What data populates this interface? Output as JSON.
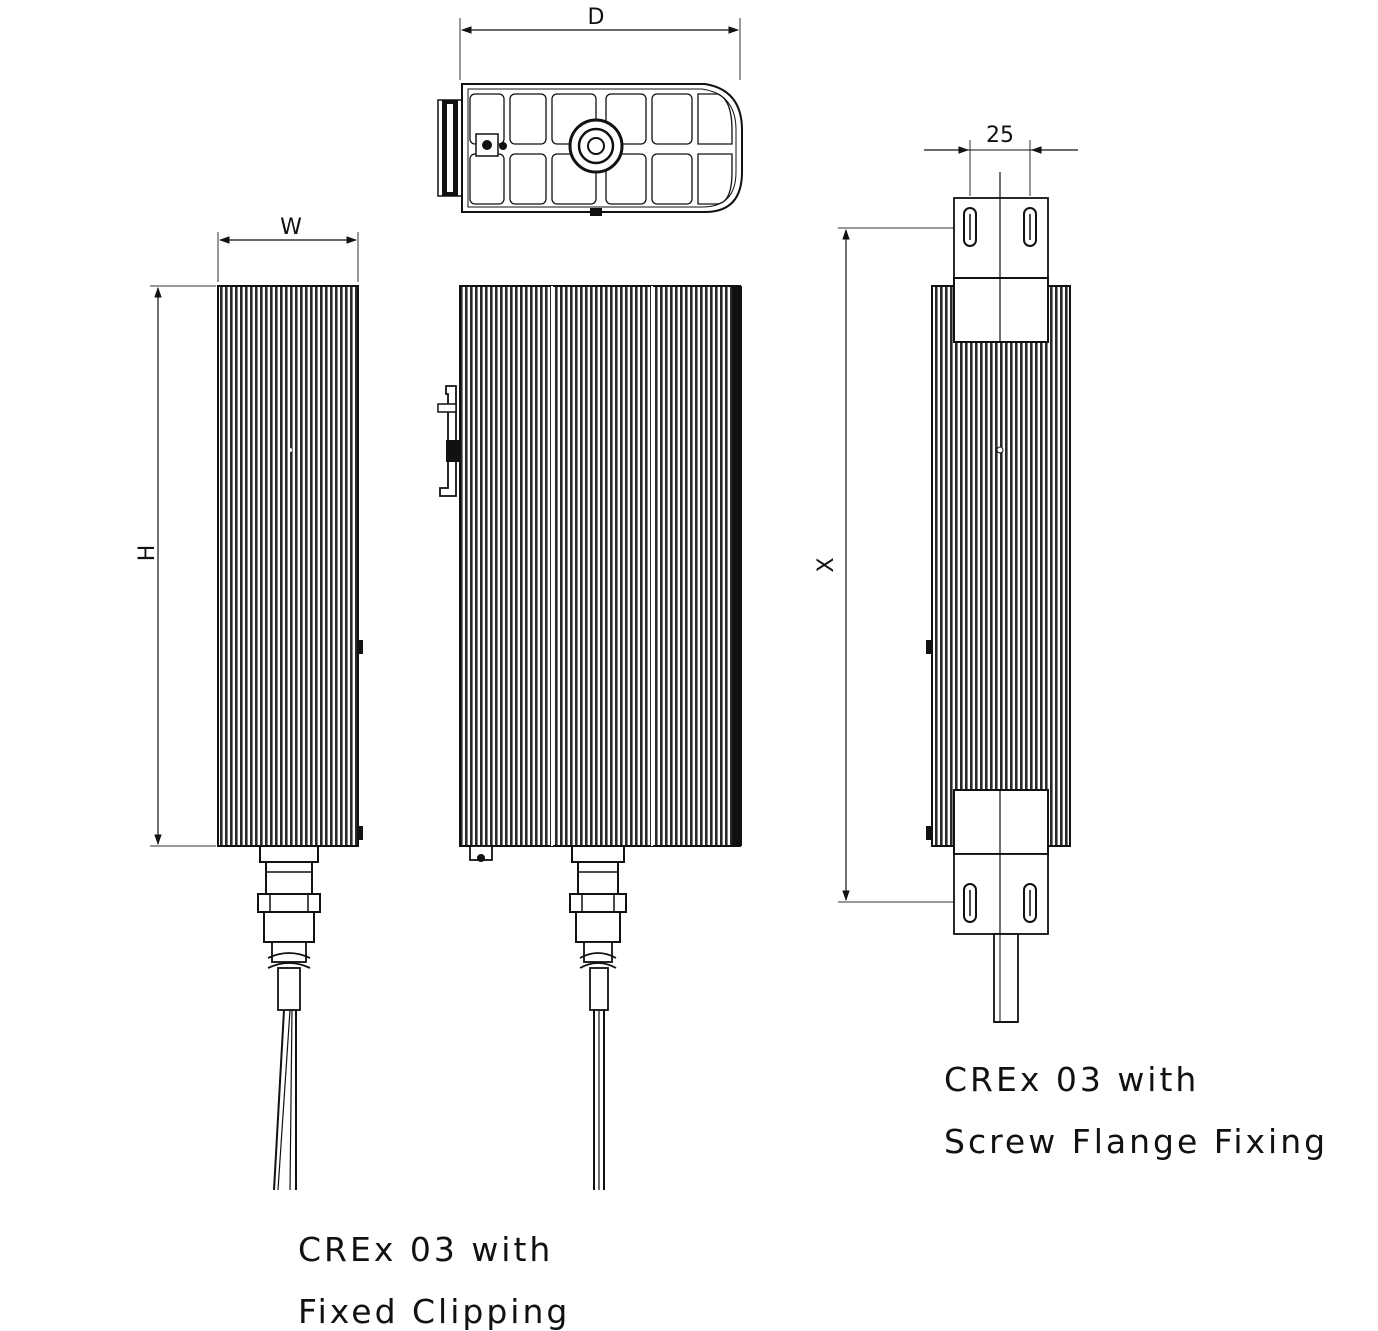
{
  "dimensions": {
    "depth": "D",
    "width": "W",
    "height": "H",
    "flange_spacing": "25",
    "fixing_length": "X"
  },
  "captions": {
    "fixed_clipping": {
      "line1": "CREx 03 with",
      "line2": "Fixed Clipping"
    },
    "screw_flange": {
      "line1": "CREx 03 with",
      "line2": "Screw Flange Fixing"
    }
  }
}
